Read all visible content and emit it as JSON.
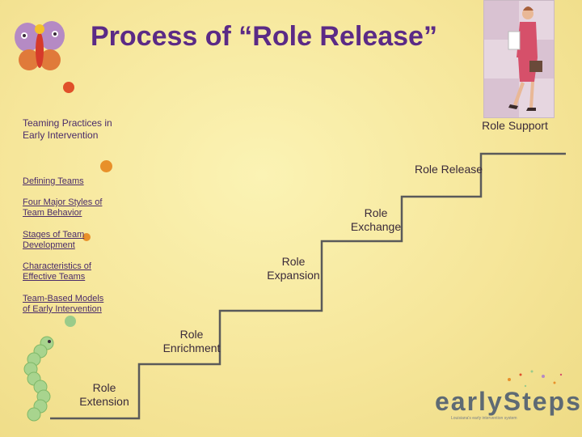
{
  "slide": {
    "title": "Process of “Role Release”"
  },
  "sidebar": {
    "heading": "Teaming Practices in Early Intervention",
    "links": [
      {
        "label": "Defining Teams"
      },
      {
        "label": "Four Major Styles of Team Behavior"
      },
      {
        "label": "Stages of Team Development"
      },
      {
        "label": "Characteristics of Effective Teams"
      },
      {
        "label": "Team-Based Models of Early Intervention"
      }
    ]
  },
  "staircase": {
    "steps": [
      {
        "label": "Role Extension"
      },
      {
        "label": "Role Enrichment"
      },
      {
        "label": "Role Expansion"
      },
      {
        "label": "Role Exchange"
      },
      {
        "label": "Role Release"
      },
      {
        "label": "Role Support"
      }
    ]
  },
  "logo": {
    "brand": "earlySteps",
    "tagline": "Louisiana's early intervention system"
  },
  "colors": {
    "title": "#5b2a86",
    "background": "#f6e69a",
    "accent_orange": "#e8902a",
    "accent_red": "#e0502a",
    "accent_green": "#9acb8a"
  },
  "icons": [
    "butterfly-icon",
    "caterpillar-icon",
    "businesswoman-illustration"
  ]
}
